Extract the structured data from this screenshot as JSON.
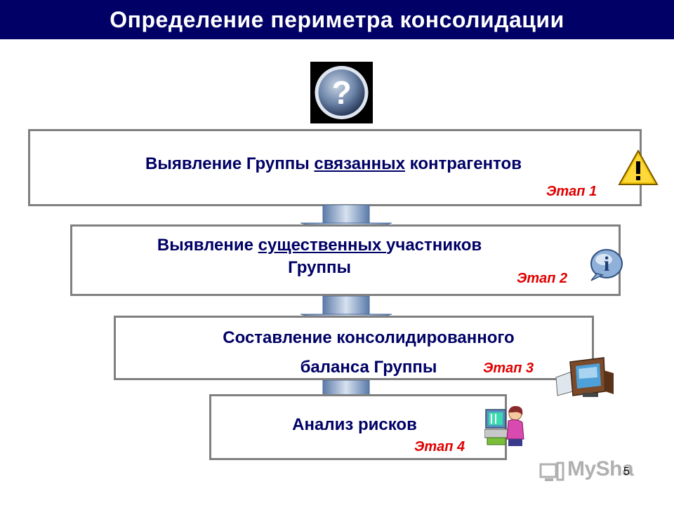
{
  "title": "Определение периметра консолидации",
  "steps": [
    {
      "pre": "Выявление Группы ",
      "ul": "связанных",
      "post": " контрагентов",
      "line2": "",
      "stage": "Этап 1",
      "icon": "warning-icon"
    },
    {
      "pre": "Выявление ",
      "ul": "существенных ",
      "post": "участников",
      "line2": "Группы",
      "stage": "Этап 2",
      "icon": "info-icon"
    },
    {
      "pre": "Составление консолидированного",
      "ul": "",
      "post": "",
      "line2": "баланса Группы",
      "stage": "Этап 3",
      "icon": "computer-icon"
    },
    {
      "pre": "Анализ рисков",
      "ul": "",
      "post": "",
      "line2": "",
      "stage": "Этап 4",
      "icon": "woman-at-computer-icon"
    }
  ],
  "page_number": "5",
  "watermark": "MySha",
  "colors": {
    "title_bg": "#000066",
    "text": "#000066",
    "stage": "#e00000",
    "border": "#808080"
  }
}
